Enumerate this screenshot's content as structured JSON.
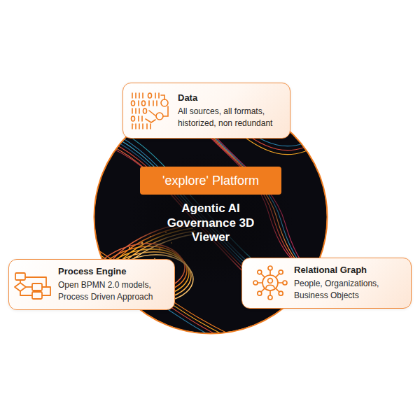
{
  "diagram": {
    "nodes": [
      {
        "text": [
          "Data",
          "All sources, all formats, historized, non redundant"
        ]
      },
      {
        "text": [
          "Agentic AI Governance 3D Viewer"
        ]
      },
      {
        "text": [
          "'explore' Platform"
        ],
        "in": 1
      },
      {
        "text": [
          "Process Engine",
          "Open BPMN 2.0 models, Process Driven Approach"
        ]
      },
      {
        "text": [
          "Relational Graph",
          "People, Organizations, Business Objects"
        ]
      }
    ]
  }
}
